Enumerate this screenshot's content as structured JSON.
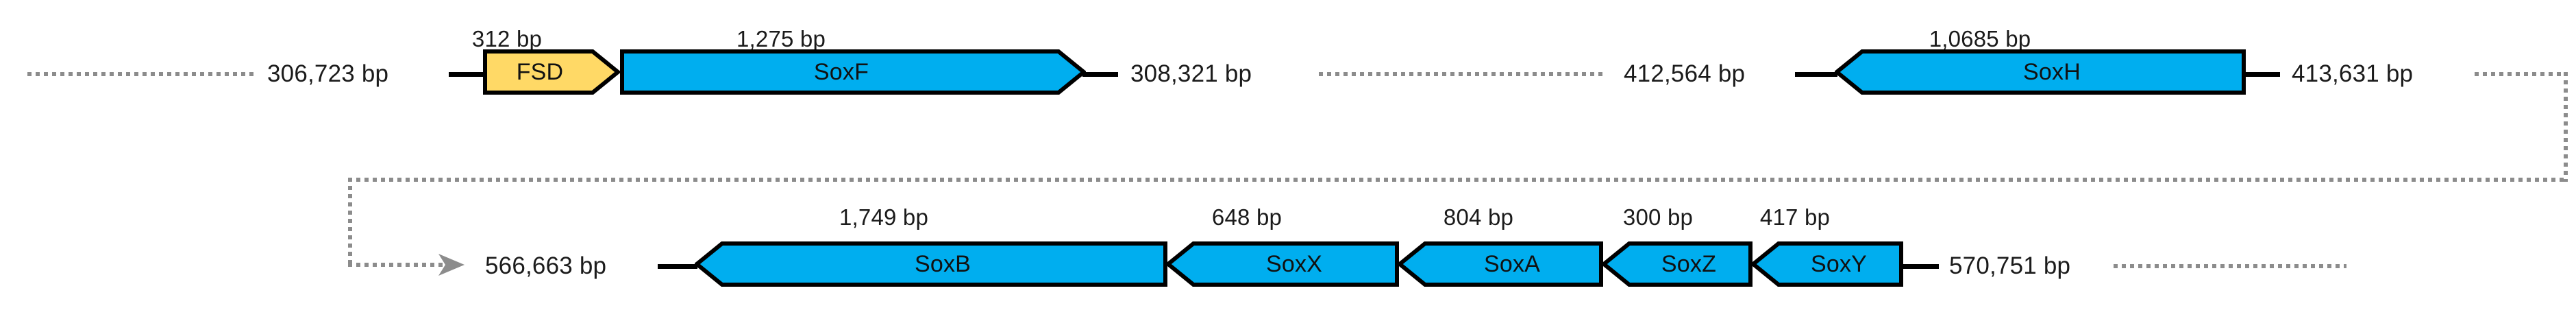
{
  "diagram": {
    "type": "gene-cluster-map",
    "colors": {
      "gene_blue": "#00AEEF",
      "gene_yellow": "#FFD966",
      "outline": "#000000",
      "connector": "#000000",
      "dotted_line": "#8c8c8c",
      "background": "#FFFFFF",
      "text": "#1b1b1b"
    },
    "units": "bp"
  },
  "rows": [
    {
      "id": "row-1",
      "segments": [
        {
          "id": "segment-sox-f",
          "start_label": "306,723 bp",
          "end_label": "308,321 bp",
          "genes": [
            {
              "name": "FSD",
              "size": "312 bp",
              "orientation": "right",
              "color": "#FFD966"
            },
            {
              "name": "SoxF",
              "size": "1,275 bp",
              "orientation": "right",
              "color": "#00AEEF"
            }
          ]
        },
        {
          "id": "segment-sox-h",
          "start_label": "412,564 bp",
          "end_label": "413,631 bp",
          "genes": [
            {
              "name": "SoxH",
              "size": "1,0685 bp",
              "orientation": "left",
              "color": "#00AEEF"
            }
          ]
        }
      ]
    },
    {
      "id": "row-2",
      "segments": [
        {
          "id": "segment-sox-bxazy",
          "start_label": "566,663 bp",
          "end_label": "570,751 bp",
          "genes": [
            {
              "name": "SoxB",
              "size": "1,749 bp",
              "orientation": "left",
              "color": "#00AEEF"
            },
            {
              "name": "SoxX",
              "size": "648 bp",
              "orientation": "left",
              "color": "#00AEEF"
            },
            {
              "name": "SoxA",
              "size": "804 bp",
              "orientation": "left",
              "color": "#00AEEF"
            },
            {
              "name": "SoxZ",
              "size": "300 bp",
              "orientation": "left",
              "color": "#00AEEF"
            },
            {
              "name": "SoxY",
              "size": "417 bp",
              "orientation": "left",
              "color": "#00AEEF"
            }
          ]
        }
      ]
    }
  ]
}
